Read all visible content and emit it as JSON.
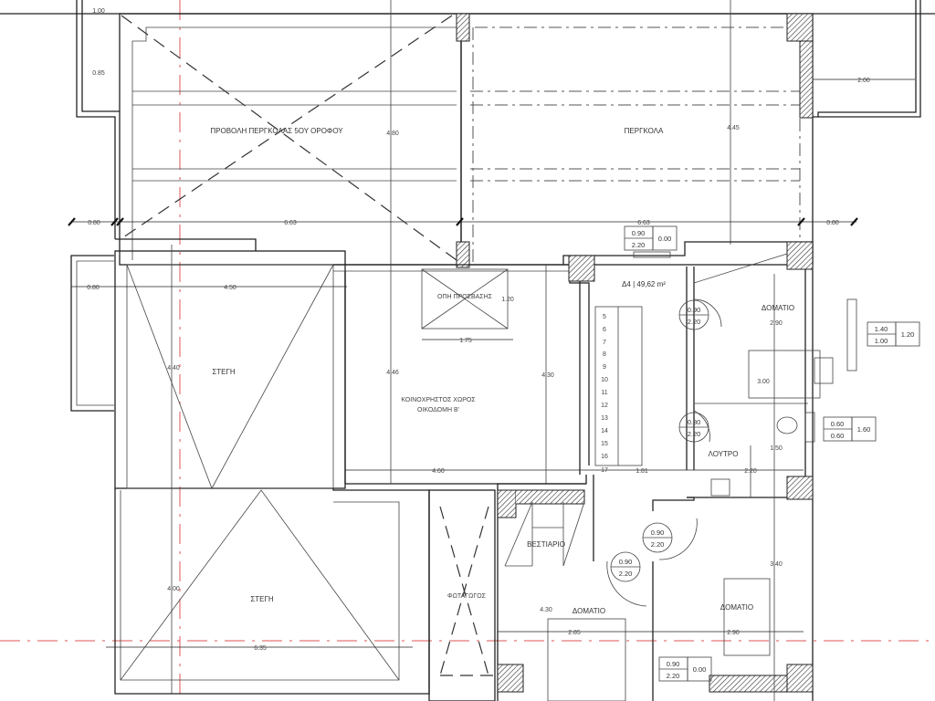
{
  "rooms": {
    "pergola_projection": "ΠΡΟΒΟΛΗ ΠΕΡΓΚΟΛΑΣ 5ΟΥ ΟΡΟΦΟΥ",
    "pergola": "ΠΕΡΓΚΟΛΑ",
    "roof_upper": "ΣΤΕΓΗ",
    "roof_lower": "ΣΤΕΓΗ",
    "access_opening": "ΟΠΗ ΠΡΟΣΒΑΣΗΣ",
    "common_area_line1": "ΚΟΙΝΟΧΡΗΣΤΟΣ ΧΩΡΟΣ",
    "common_area_line2": "ΟΙΚΟΔΟΜΗ Β'",
    "apartment_area": "Δ4 | 49,62 m²",
    "bedroom_1": "ΔΟΜΑΤΙΟ",
    "bathroom": "ΛΟΥΤΡΟ",
    "wardrobe": "ΒΕΣΤΙΑΡΙΟ",
    "bedroom_2": "ΔΟΜΑΤΙΟ",
    "bedroom_3": "ΔΟΜΑΤΙΟ",
    "lightwell": "ΦΩΤΑΓΩΓΟΣ"
  },
  "stairs": [
    "5",
    "6",
    "7",
    "8",
    "9",
    "10",
    "11",
    "12",
    "13",
    "14",
    "15",
    "16",
    "17"
  ],
  "dimensions": {
    "d_top_left": "0.85",
    "d_top_left_v": "1.00",
    "d_left_bal": "0.80",
    "d_width_left": "6.63",
    "d_width_right": "6.63",
    "d_right_bal": "0.80",
    "d_right_top": "2.00",
    "d_height_left": "4.80",
    "d_height_right": "4.45",
    "d_left_bal2": "0.80",
    "d_roof_width": "4.50",
    "d_roof_h1": "4.40",
    "d_roof_h2": "4.00",
    "d_roof_width2": "6.35",
    "d_common_h": "4.46",
    "d_common_h2": "4.30",
    "d_common_w": "4.60",
    "d_opening_w": "1.75",
    "d_opening_h": "1.20",
    "d_stair_w": "1.81",
    "d_bath_w": "2.20",
    "d_bed1_w": "3.00",
    "d_bed1_h": "2.90",
    "d_bath_h": "1.50",
    "d_bed2_w": "2.85",
    "d_bed3_w": "2.90",
    "d_bed3_h": "3.40",
    "d_bed2_h": "4.30"
  },
  "doors": [
    {
      "w": "0.90",
      "h": "2.20"
    },
    {
      "w": "0.80",
      "h": "2.20"
    },
    {
      "w": "0.90",
      "h": "2.20"
    },
    {
      "w": "0.90",
      "h": "2.20"
    }
  ],
  "windows": [
    {
      "w": "0.90",
      "h": "2.20",
      "sill": "0.00"
    },
    {
      "w": "1.40",
      "h": "1.00",
      "sill": "1.20"
    },
    {
      "w": "0.60",
      "h": "0.60",
      "sill": "1.60"
    },
    {
      "w": "0.90",
      "h": "2.20",
      "sill": "0.00"
    }
  ]
}
